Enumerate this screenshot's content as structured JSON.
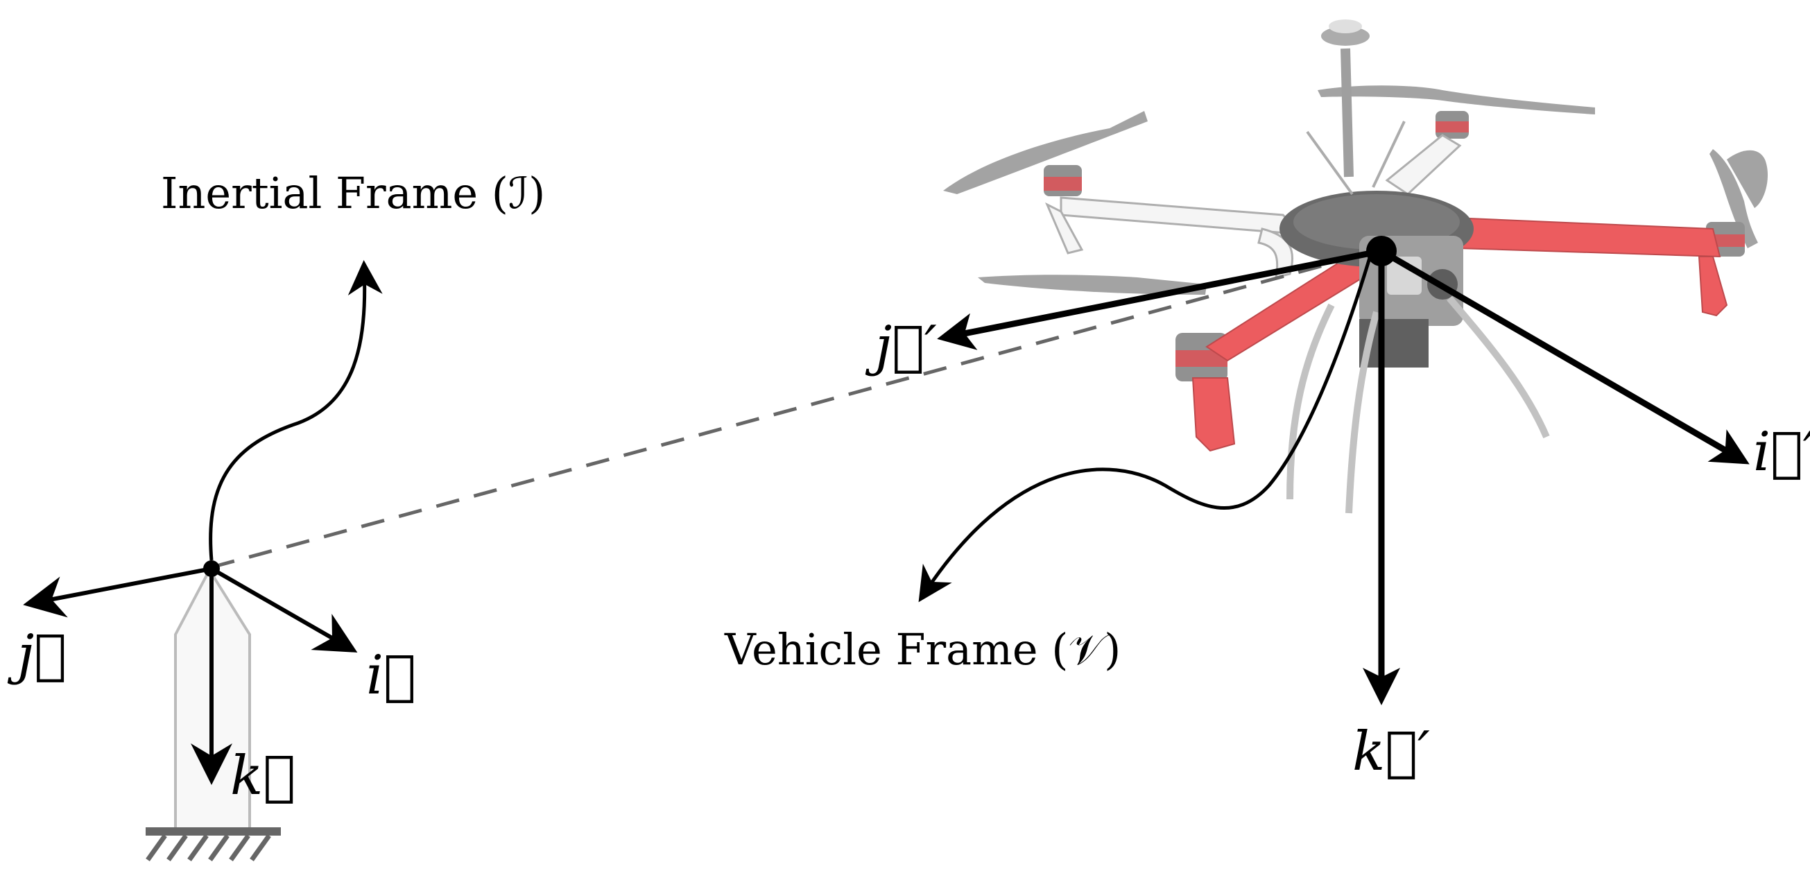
{
  "labels": {
    "inertial_frame": "Inertial Frame (ℐ)",
    "vehicle_frame": "Vehicle Frame (𝒱)"
  },
  "inertial_axes": {
    "i": "i⃗",
    "j": "j⃗",
    "k": "k⃗"
  },
  "vehicle_axes": {
    "i": "i⃗′",
    "j": "j⃗′",
    "k": "k⃗′"
  },
  "colors": {
    "ink": "#000000",
    "dashed_link": "#666666",
    "drone_arm_red": "#e8393d",
    "drone_body_gray": "#8c8c8c",
    "drone_frame_white": "#f2f2f2",
    "ground_hatch": "#666666",
    "post_fill": "#f8f8f8",
    "post_outline": "#bbbbbb"
  }
}
